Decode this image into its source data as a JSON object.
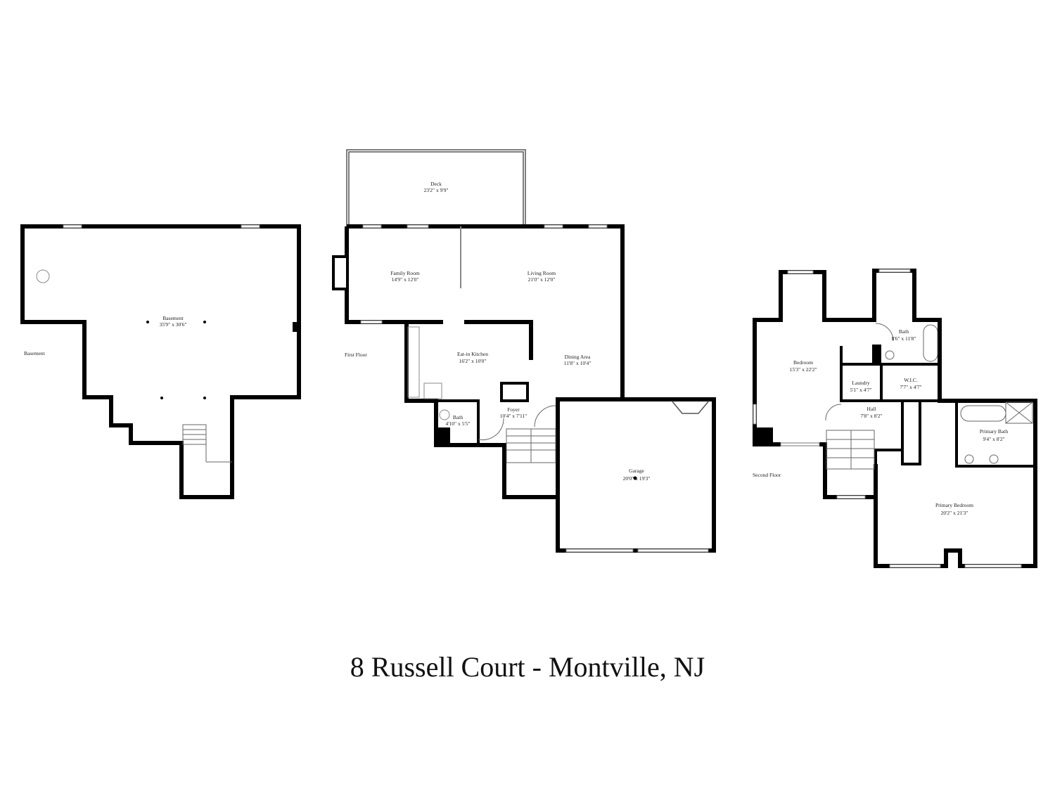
{
  "title": "8 Russell Court - Montville, NJ",
  "floors": {
    "basement": {
      "label": "Basement",
      "rooms": [
        {
          "name": "Basement",
          "dims": "35'9\" x 30'6\""
        }
      ]
    },
    "first": {
      "label": "First Floor",
      "rooms": [
        {
          "name": "Deck",
          "dims": "23'2\" x 9'9\""
        },
        {
          "name": "Family Room",
          "dims": "14'9\" x 12'0\""
        },
        {
          "name": "Living Room",
          "dims": "21'0\" x 12'0\""
        },
        {
          "name": "Eat-in Kitchen",
          "dims": "16'2\" x 10'0\""
        },
        {
          "name": "Dining Area",
          "dims": "11'8\" x 10'4\""
        },
        {
          "name": "Bath",
          "dims": "4'10\" x 5'5\""
        },
        {
          "name": "Foyer",
          "dims": "10'4\" x 7'11\""
        },
        {
          "name": "Garage",
          "dims": "20'0\" x 19'3\""
        }
      ]
    },
    "second": {
      "label": "Second Floor",
      "rooms": [
        {
          "name": "Bedroom",
          "dims": "15'3\" x 22'2\""
        },
        {
          "name": "Bath",
          "dims": "8'6\" x 11'8\""
        },
        {
          "name": "Laundry",
          "dims": "5'1\" x 4'7\""
        },
        {
          "name": "W.I.C.",
          "dims": "7'7\" x 4'7\""
        },
        {
          "name": "Hall",
          "dims": "7'8\" x 8'2\""
        },
        {
          "name": "Primary Bath",
          "dims": "9'4\" x 8'2\""
        },
        {
          "name": "Primary Bedroom",
          "dims": "20'2\" x 21'3\""
        }
      ]
    }
  }
}
